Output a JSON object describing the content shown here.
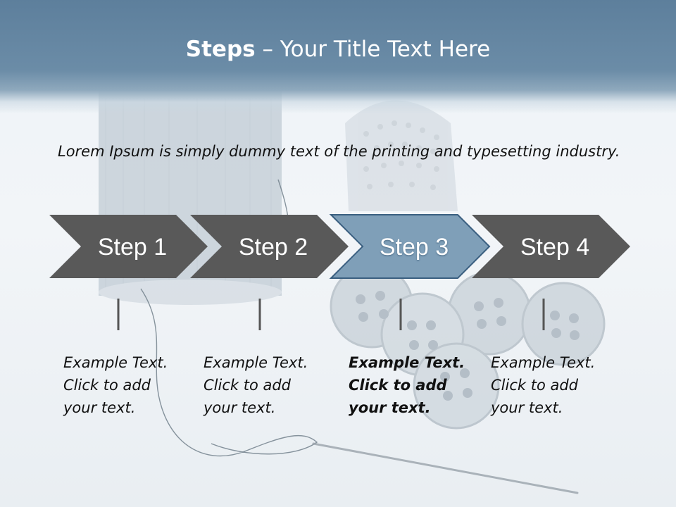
{
  "slide": {
    "title_bold": "Steps",
    "title_rest": " – Your Title Text Here",
    "body_text": "Lorem Ipsum is simply dummy text of the printing and typesetting industry."
  },
  "steps": [
    {
      "label": "Step 1",
      "active": false,
      "desc_lines": [
        "Example Text.",
        "Click  to add",
        "your text."
      ]
    },
    {
      "label": "Step 2",
      "active": false,
      "desc_lines": [
        "Example Text.",
        "Click  to add",
        "your text."
      ]
    },
    {
      "label": "Step 3",
      "active": true,
      "desc_lines": [
        "Example Text.",
        "Click  to add",
        "your text."
      ]
    },
    {
      "label": "Step 4",
      "active": false,
      "desc_lines": [
        "Example Text.",
        "Click  to add",
        "your text."
      ]
    }
  ],
  "colors": {
    "header": "#5d7f9c",
    "chevron": "#595959",
    "chevron_active": "#7f9fb8",
    "chevron_active_border": "#3a5f80",
    "body_text": "#111111"
  }
}
